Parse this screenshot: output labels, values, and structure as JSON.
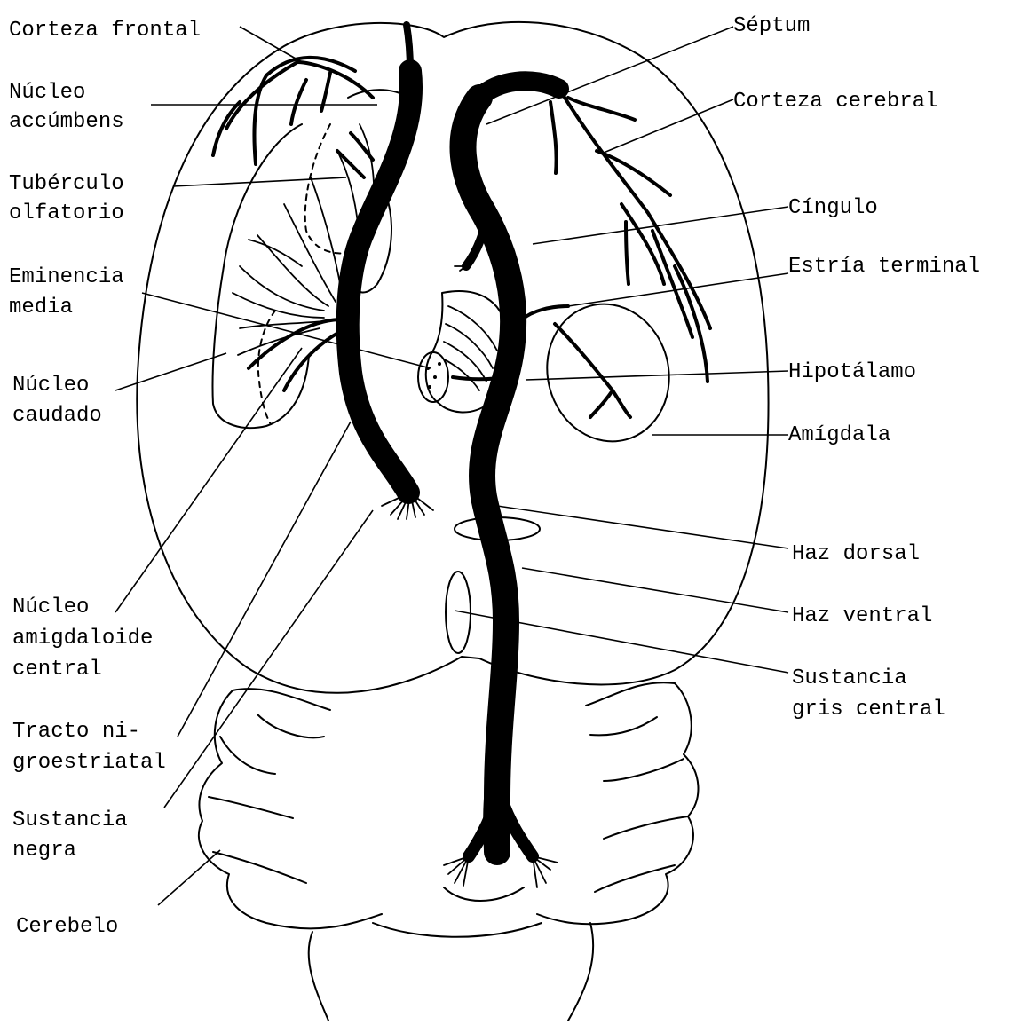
{
  "labels": {
    "corteza_frontal": "Corteza frontal",
    "nucleo_accumbens": [
      "Núcleo",
      "accúmbens"
    ],
    "tuberculo_olfatorio": [
      "Tubérculo",
      "olfatorio"
    ],
    "eminencia_media": [
      "Eminencia",
      "media"
    ],
    "nucleo_caudado": [
      "Núcleo",
      "caudado"
    ],
    "nucleo_amigdaloide_central": [
      "Núcleo",
      "amigdaloide",
      "central"
    ],
    "tracto_nigroestriatal": [
      "Tracto ni-",
      "groestriatal"
    ],
    "sustancia_negra": [
      "Sustancia",
      "negra"
    ],
    "cerebelo": "Cerebelo",
    "septum": "Séptum",
    "corteza_cerebral": "Corteza cerebral",
    "cingulo": "Cíngulo",
    "estria_terminal": "Estría terminal",
    "hipotalamo": "Hipotálamo",
    "amigdala": "Amígdala",
    "haz_dorsal": "Haz dorsal",
    "haz_ventral": "Haz ventral",
    "sustancia_gris_central": [
      "Sustancia",
      "gris central"
    ]
  },
  "colors": {
    "ink": "#000000",
    "paper": "#ffffff"
  }
}
